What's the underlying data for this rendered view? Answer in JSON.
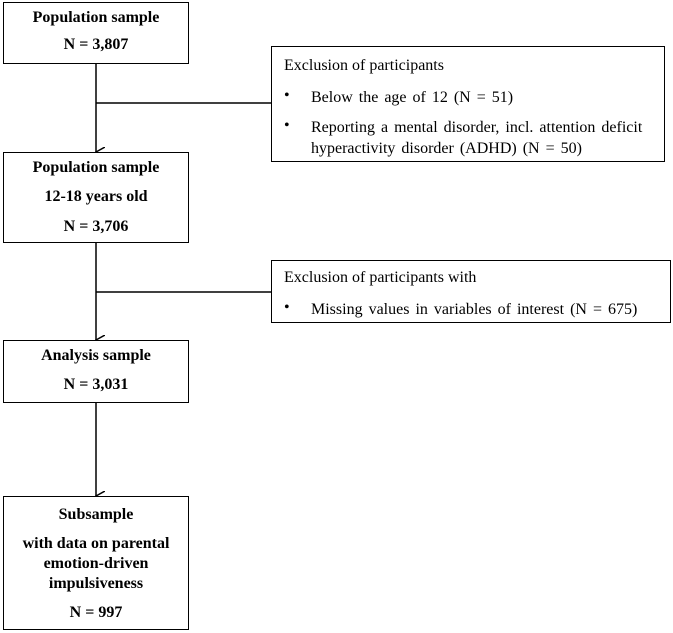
{
  "boxes": {
    "population": {
      "title": "Population sample",
      "count": "N = 3,807"
    },
    "age_filtered": {
      "title": "Population sample",
      "subtitle": "12-18 years old",
      "count": "N = 3,706"
    },
    "analysis": {
      "title": "Analysis sample",
      "count": "N = 3,031"
    },
    "subsample": {
      "title": "Subsample",
      "line2": "with data on parental",
      "line3": "emotion-driven",
      "line4": "impulsiveness",
      "count": "N = 997"
    }
  },
  "exclusions": {
    "first": {
      "heading": "Exclusion of participants",
      "items": [
        "Below the age of 12 (N = 51)",
        "Reporting a mental disorder, incl. attention deficit hyperactivity disorder (ADHD) (N = 50)"
      ]
    },
    "second": {
      "heading": "Exclusion of participants with",
      "items": [
        "Missing values in variables of interest (N = 675)"
      ]
    }
  },
  "bullet_char": "•"
}
